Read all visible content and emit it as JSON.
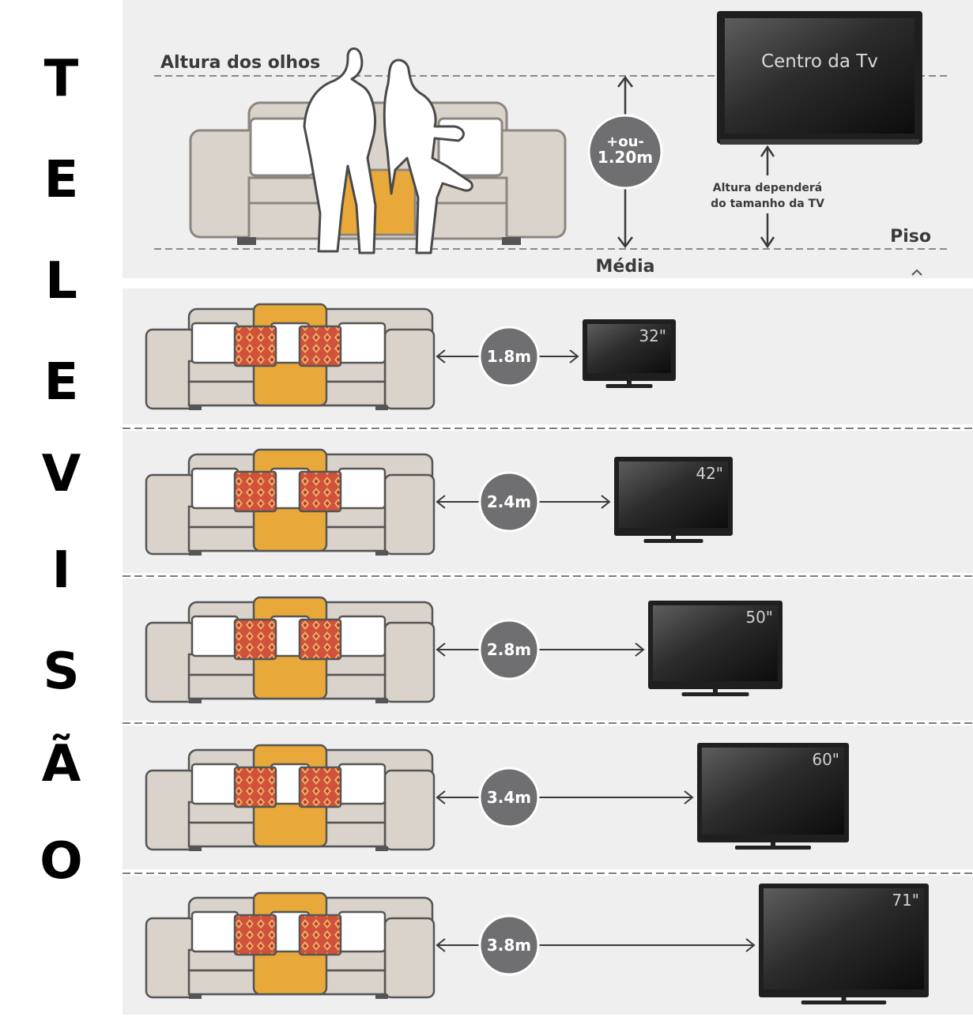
{
  "vertical_title": [
    "T",
    "E",
    "L",
    "E",
    "V",
    "I",
    "S",
    "Ã",
    "O"
  ],
  "header": {
    "eye_level_label": "Altura dos olhos",
    "tv_center_label": "Centro da Tv",
    "height_badge_line1": "+ou-",
    "height_badge_line2": "1.20m",
    "average_label": "Média",
    "tv_height_note_line1": "Altura dependerá",
    "tv_height_note_line2": "do tamanho da TV",
    "floor_label": "Piso"
  },
  "rows": [
    {
      "distance": "1.8m",
      "tv_size": "32\""
    },
    {
      "distance": "2.4m",
      "tv_size": "42\""
    },
    {
      "distance": "2.8m",
      "tv_size": "50\""
    },
    {
      "distance": "3.4m",
      "tv_size": "60\""
    },
    {
      "distance": "3.8m",
      "tv_size": "71\""
    }
  ],
  "colors": {
    "background": "#efeff0",
    "sofa": "#d9d3cb",
    "sofa_outline": "#595959",
    "throw_blanket": "#e8a93a",
    "accent_pillow": "#d1523a",
    "badge": "#6f6f71",
    "tv_frame": "#1f1f1f"
  }
}
